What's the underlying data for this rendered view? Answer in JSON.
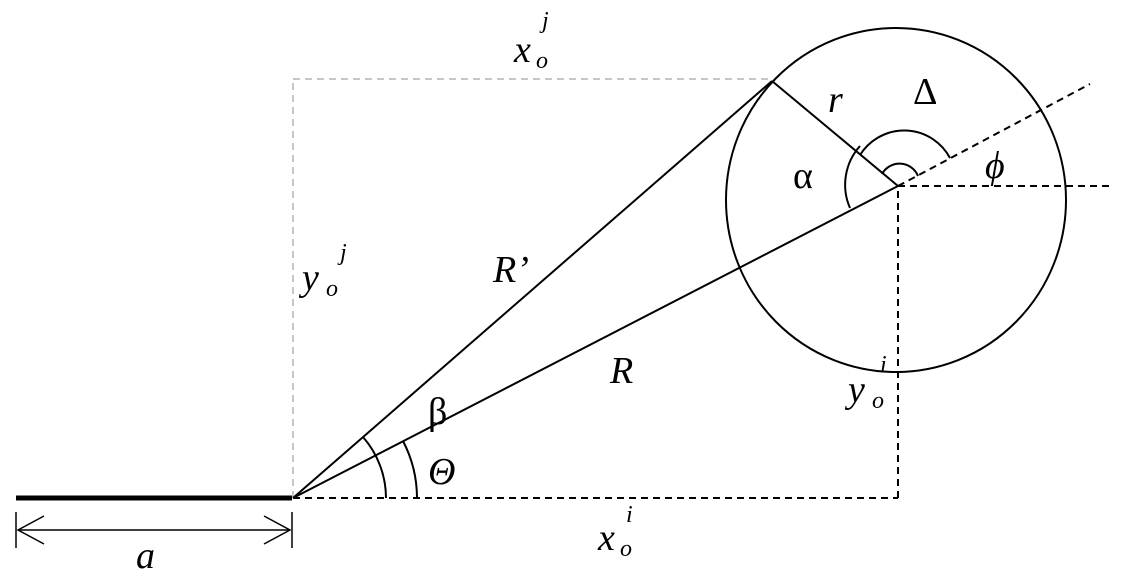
{
  "diagram": {
    "labels": {
      "a": "a",
      "r": "r",
      "R": "R",
      "R_prime": "R’",
      "alpha": "α",
      "beta": "β",
      "theta": "Θ",
      "delta": "Δ",
      "phi": "ϕ",
      "x_o_i": {
        "base": "x",
        "sub": "o",
        "sup": "i"
      },
      "x_o_j": {
        "base": "x",
        "sub": "o",
        "sup": "j"
      },
      "y_o_i": {
        "base": "y",
        "sub": "o",
        "sup": "i"
      },
      "y_o_j": {
        "base": "y",
        "sub": "o",
        "sup": "j"
      }
    },
    "colors": {
      "ink": "#000000",
      "light_dash": "#b3b3b3"
    }
  }
}
